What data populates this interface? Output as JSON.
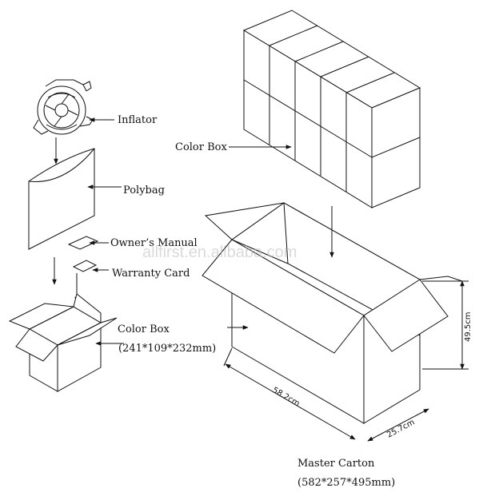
{
  "labels": {
    "inflator": "Inflator",
    "polybag": "Polybag",
    "owners_manual": "Owner’s Manual",
    "warranty_card": "Warranty Card",
    "color_box_small": "Color Box",
    "color_box_small_dims": "(241*109*232mm)",
    "color_box_stack": "Color Box",
    "master_carton": "Master Carton",
    "master_carton_dims": "(582*257*495mm)"
  },
  "dimensions": {
    "length": "58.2cm",
    "width": "25.7cm",
    "height": "49.5cm"
  },
  "watermark": "allfirst.en.alibaba.com",
  "colors": {
    "line": "#111111",
    "watermark": "#bdbdbd"
  },
  "icons": [
    "inflator-pump-icon"
  ]
}
